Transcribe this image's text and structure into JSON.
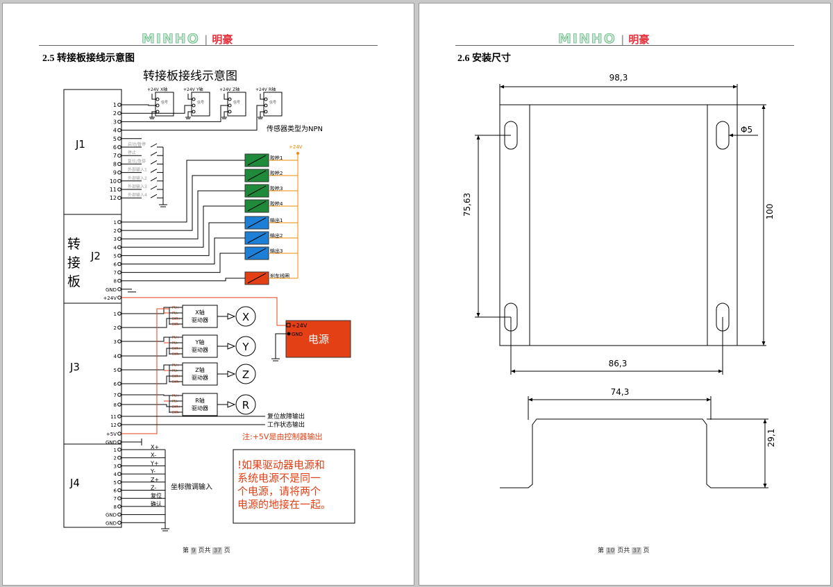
{
  "header": {
    "logo_en": "MINHO",
    "logo_cn": "明豪"
  },
  "left_page": {
    "section_title": "2.5  转接板接线示意图",
    "diagram_title": "转接板接线示意图",
    "board_label": "转接板",
    "j_labels": {
      "j1": "J1",
      "j2": "J2",
      "j3": "J3",
      "j4": "J4"
    },
    "j1_pins": [
      "1",
      "2",
      "3",
      "4",
      "5",
      "6",
      "7",
      "8",
      "9",
      "10",
      "11",
      "12"
    ],
    "j1_sensor_voltage": "+24V",
    "j1_sensor_axes": [
      "X轴",
      "Y轴",
      "Z轴",
      "R轴"
    ],
    "j1_sensor_inner": [
      "信号",
      "信号",
      "信号",
      "信号"
    ],
    "j1_note": "传感器类型为NPN",
    "j1_switches": [
      "启动/暂停",
      "停止",
      "复位/急停",
      "外部输入1",
      "外部输入2",
      "外部输入3",
      "外部输入4"
    ],
    "j2_pins": [
      "1",
      "2",
      "3",
      "4",
      "5",
      "6",
      "7",
      "8",
      "GND",
      "+24V"
    ],
    "j2_voltage": "+24V",
    "j2_outputs": [
      "胶枪1",
      "胶枪2",
      "胶枪3",
      "胶枪4",
      "输出1",
      "输出2",
      "输出3",
      "刹车线圈"
    ],
    "j3_pins": [
      "1",
      "2",
      "3",
      "4",
      "5",
      "6",
      "7",
      "8",
      "11",
      "12",
      "+5V",
      "GND"
    ],
    "j3_drive_pins": [
      "PU+",
      "PU-",
      "DIR+",
      "DIR-"
    ],
    "drivers": [
      {
        "line1": "X轴",
        "line2": "驱动器",
        "motor": "X"
      },
      {
        "line1": "Y轴",
        "line2": "驱动器",
        "motor": "Y"
      },
      {
        "line1": "Z轴",
        "line2": "驱动器",
        "motor": "Z"
      },
      {
        "line1": "R轴",
        "line2": "驱动器",
        "motor": "R"
      }
    ],
    "j3_outputs": [
      "复位故障输出",
      "工作状态输出"
    ],
    "power": {
      "label": "电源",
      "v24": "+24V",
      "gnd": "GND"
    },
    "note_5v": "注:+5V是由控制器输出",
    "j4_pins": [
      "1",
      "2",
      "3",
      "4",
      "5",
      "6",
      "7",
      "8",
      "GND",
      "GND"
    ],
    "j4_signals": [
      "X+",
      "X-",
      "Y+",
      "Y-",
      "Z+",
      "Z-",
      "复位",
      "确认"
    ],
    "j4_label": "坐标微调输入",
    "warning_lines": [
      "!如果驱动器电源和",
      "系统电源不是同一",
      "个电源，请将两个",
      "电源的地接在一起。"
    ],
    "footer": {
      "pre": "第",
      "page": "9",
      "mid": "页共",
      "total": "37",
      "post": "页"
    }
  },
  "right_page": {
    "section_title": "2.6  安装尺寸",
    "dims": {
      "top_width": "98,3",
      "hole_dia": "Φ5",
      "hole_spacing_v": "75,63",
      "height": "100",
      "hole_spacing_h": "86,3",
      "side_width": "74,3",
      "side_height": "29,1"
    },
    "footer": {
      "pre": "第",
      "page": "10",
      "mid": "页共",
      "total": "37",
      "post": "页"
    }
  },
  "colors": {
    "green": "#1e8a3a",
    "blue": "#1e7fd6",
    "red": "#e34016",
    "orange": "#f08a00"
  }
}
